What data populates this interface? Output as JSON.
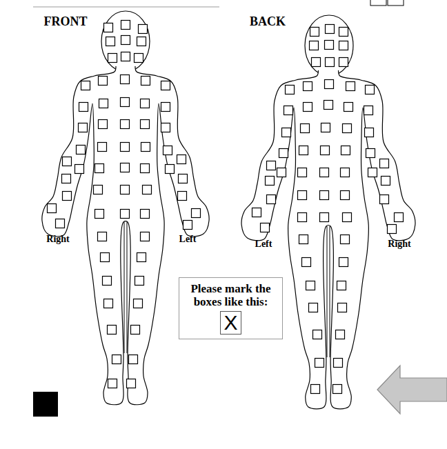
{
  "diagram": {
    "nodes": [
      {
        "text": [
          "Please mark the boxes like this:"
        ]
      },
      {
        "text": [
          "X"
        ],
        "in": 0
      }
    ],
    "labels": [
      "FRONT",
      "Right",
      "Left",
      "BACK",
      "Left",
      "Right"
    ]
  }
}
